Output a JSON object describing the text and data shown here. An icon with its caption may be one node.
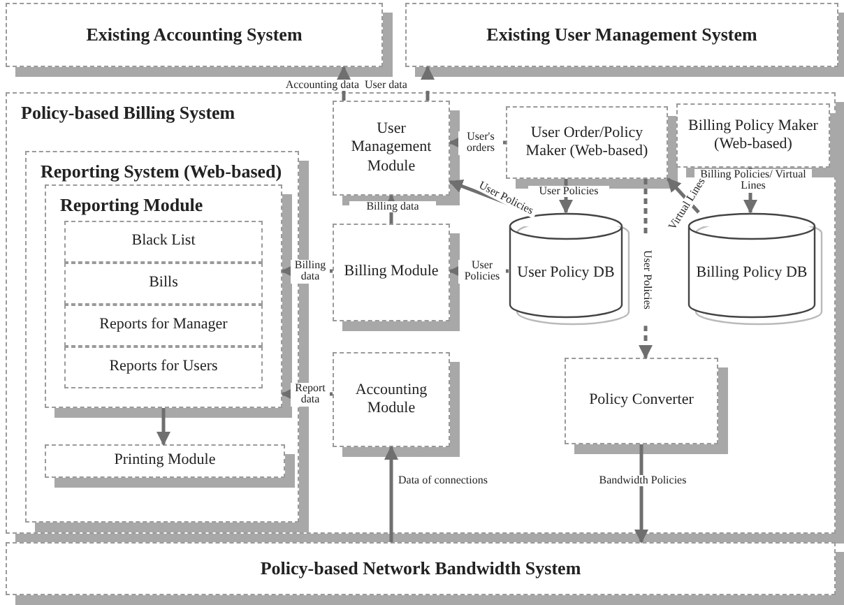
{
  "diagram": {
    "nodes": [
      {
        "text": [
          "Existing Accounting System"
        ]
      },
      {
        "text": [
          "Existing User Management System"
        ]
      },
      {
        "text": [
          "Policy-based Billing System"
        ]
      },
      {
        "text": [
          "Reporting System (Web-based)"
        ],
        "in": 2
      },
      {
        "text": [
          "Reporting Module"
        ],
        "in": 3
      },
      {
        "text": [
          "Black List"
        ],
        "in": 4
      },
      {
        "text": [
          "Bills"
        ],
        "in": 4
      },
      {
        "text": [
          "Reports for Manager"
        ],
        "in": 4
      },
      {
        "text": [
          "Reports for Users"
        ],
        "in": 4
      },
      {
        "text": [
          "Printing Module"
        ],
        "in": 3
      },
      {
        "text": [
          "User Management Module"
        ],
        "in": 2
      },
      {
        "text": [
          "Billing Module"
        ],
        "in": 2
      },
      {
        "text": [
          "Accounting Module"
        ],
        "in": 2
      },
      {
        "text": [
          "User Order/Policy Maker (Web-based)"
        ],
        "in": 2
      },
      {
        "text": [
          "User Policy DB"
        ],
        "in": 2
      },
      {
        "text": [
          "Billing Policy Maker (Web-based)"
        ],
        "in": 2
      },
      {
        "text": [
          "Billing Policy DB"
        ],
        "in": 2
      },
      {
        "text": [
          "Policy Converter"
        ],
        "in": 2
      },
      {
        "text": [
          "Policy-based Network Bandwidth System"
        ]
      }
    ],
    "edges": [
      {
        "from": 10,
        "to": 0,
        "arrow": "to",
        "label": "Accounting data"
      },
      {
        "from": 10,
        "to": 1,
        "arrow": "to",
        "label": "User data"
      },
      {
        "from": 13,
        "to": 10,
        "arrow": "to",
        "label": "User's orders"
      },
      {
        "from": 14,
        "to": 10,
        "arrow": "to",
        "label": "User Policies"
      },
      {
        "from": 11,
        "to": 10,
        "arrow": "to",
        "label": "Billing data"
      },
      {
        "from": 14,
        "to": 11,
        "arrow": "to",
        "label": "User Policies"
      },
      {
        "from": 11,
        "to": 4,
        "arrow": "to",
        "label": "Billing data"
      },
      {
        "from": 12,
        "to": 4,
        "arrow": "to",
        "label": "Report data"
      },
      {
        "from": 4,
        "to": 9,
        "arrow": "to"
      },
      {
        "from": 18,
        "to": 12,
        "arrow": "to",
        "label": "Data of connections"
      },
      {
        "from": 13,
        "to": 14,
        "arrow": "to",
        "label": "User Policies"
      },
      {
        "from": 15,
        "to": 16,
        "arrow": "to",
        "label": "Billing Policies/ Virtual Lines"
      },
      {
        "from": 16,
        "to": 13,
        "arrow": "to",
        "label": "Virtual Lines"
      },
      {
        "from": 13,
        "to": 17,
        "arrow": "to",
        "label": "User Policies",
        "style": "dashed"
      },
      {
        "from": 17,
        "to": 18,
        "arrow": "to",
        "label": "Bandwidth Policies"
      }
    ]
  }
}
